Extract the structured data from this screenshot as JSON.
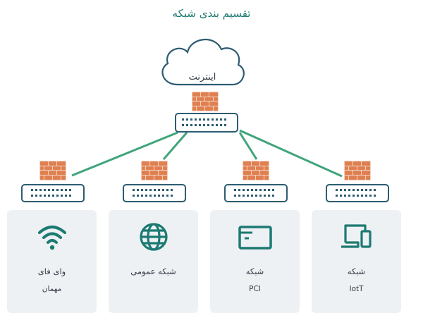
{
  "title": "تقسیم بندی شبکه",
  "internet": {
    "label": "اینترنت",
    "icon": "cloud-icon"
  },
  "colors": {
    "accent": "#1c7a72",
    "link": "#3fa57a",
    "brick": "#e07f50",
    "switch_border": "#2e5c72",
    "card_bg": "#eef1f4"
  },
  "networks": [
    {
      "icon": "wifi-icon",
      "line1": "وای فای",
      "line2": "مهمان"
    },
    {
      "icon": "globe-icon",
      "line1": "شبکه عمومی",
      "line2": ""
    },
    {
      "icon": "card-terminal-icon",
      "line1": "شبکه",
      "line2": "PCI"
    },
    {
      "icon": "devices-icon",
      "line1": "شبکه",
      "line2": "IotT"
    }
  ]
}
